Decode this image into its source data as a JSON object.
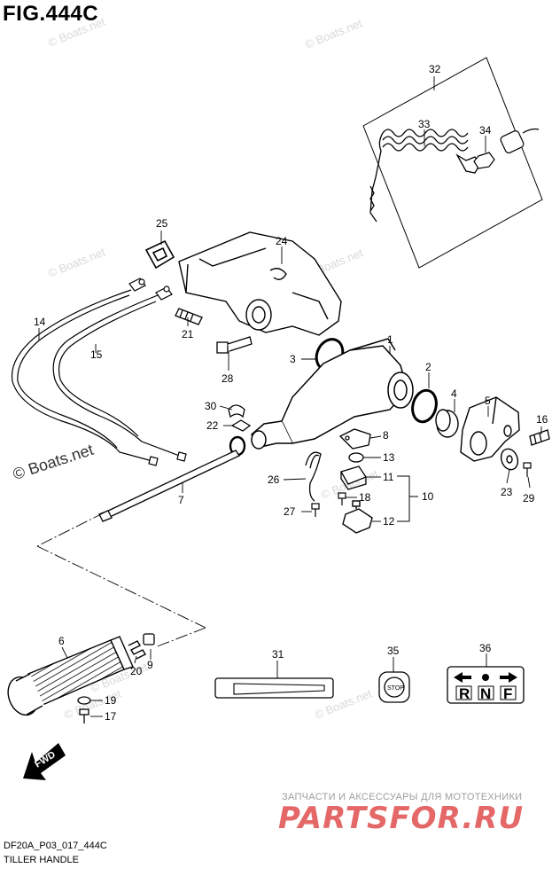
{
  "figure": {
    "title": "FIG.444C",
    "code": "DF20A_P03_017_444C",
    "subtitle": "TILLER HANDLE"
  },
  "watermarks": [
    "© Boats.net",
    "© Boats.net",
    "© Boats.net",
    "© Boats.net",
    "© Boats.net",
    "© Boats.net",
    "© Boats.net",
    "© Boats.net"
  ],
  "watermark_main": "© Boats.net",
  "promo": {
    "line": "ЗАПЧАСТИ И АКСЕССУАРЫ ДЛЯ МОТОТЕХНИКИ",
    "brand": "PARTSFOR.RU"
  },
  "labels": {
    "fwd": "FWD",
    "stop": "STOP",
    "shift_r": "R",
    "shift_n": "N",
    "shift_f": "F"
  },
  "callouts": [
    {
      "id": "p1",
      "text": "1"
    },
    {
      "id": "p2",
      "text": "2"
    },
    {
      "id": "p3",
      "text": "3"
    },
    {
      "id": "p4",
      "text": "4"
    },
    {
      "id": "p5",
      "text": "5"
    },
    {
      "id": "p6",
      "text": "6"
    },
    {
      "id": "p7",
      "text": "7"
    },
    {
      "id": "p8",
      "text": "8"
    },
    {
      "id": "p9",
      "text": "9"
    },
    {
      "id": "p10",
      "text": "10"
    },
    {
      "id": "p11",
      "text": "11"
    },
    {
      "id": "p12",
      "text": "12"
    },
    {
      "id": "p13",
      "text": "13"
    },
    {
      "id": "p14",
      "text": "14"
    },
    {
      "id": "p15",
      "text": "15"
    },
    {
      "id": "p16",
      "text": "16"
    },
    {
      "id": "p17",
      "text": "17"
    },
    {
      "id": "p18",
      "text": "18"
    },
    {
      "id": "p19",
      "text": "19"
    },
    {
      "id": "p20",
      "text": "20"
    },
    {
      "id": "p21",
      "text": "21"
    },
    {
      "id": "p22",
      "text": "22"
    },
    {
      "id": "p23",
      "text": "23"
    },
    {
      "id": "p24",
      "text": "24"
    },
    {
      "id": "p25",
      "text": "25"
    },
    {
      "id": "p26",
      "text": "26"
    },
    {
      "id": "p27",
      "text": "27"
    },
    {
      "id": "p28",
      "text": "28"
    },
    {
      "id": "p29",
      "text": "29"
    },
    {
      "id": "p30",
      "text": "30"
    },
    {
      "id": "p31",
      "text": "31"
    },
    {
      "id": "p32",
      "text": "32"
    },
    {
      "id": "p33",
      "text": "33"
    },
    {
      "id": "p34",
      "text": "34"
    },
    {
      "id": "p35",
      "text": "35"
    },
    {
      "id": "p36",
      "text": "36"
    }
  ]
}
